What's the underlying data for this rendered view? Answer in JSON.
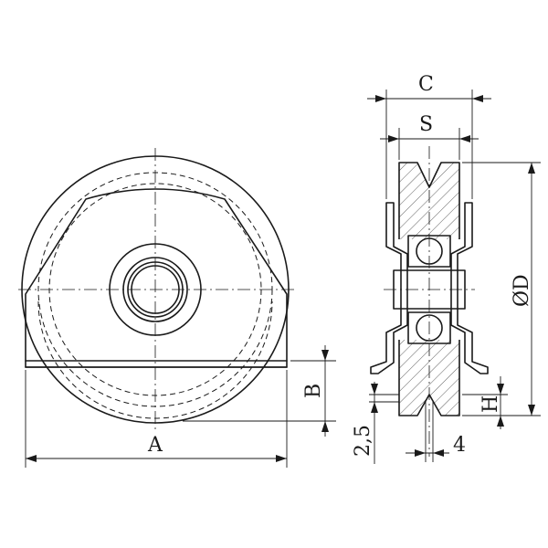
{
  "labels": {
    "A": "A",
    "B": "B",
    "C": "C",
    "S": "S",
    "D": "ØD",
    "H": "H",
    "v25": "2,5",
    "v4": "4"
  },
  "colors": {
    "ink": "#1a1a1a",
    "background": "#ffffff"
  }
}
